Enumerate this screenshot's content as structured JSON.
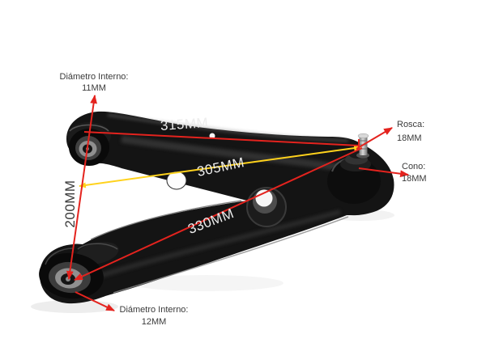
{
  "background": "#ffffff",
  "colors": {
    "dimension_red": "#e4231e",
    "dimension_yellow": "#ffd21c",
    "label_dark": "#3a3a3a",
    "label_light": "#ededed",
    "part_black": "#141414"
  },
  "labels": {
    "diametro_interno_top": {
      "line1": "Diámetro Interno:",
      "line2": "11MM"
    },
    "diametro_interno_bottom": {
      "line1": "Diámetro Interno:",
      "line2": "12MM"
    },
    "rosca": {
      "line1": "Rosca:",
      "line2": "18MM"
    },
    "cono": {
      "line1": "Cono:",
      "line2": "18MM"
    },
    "dim_315": "315MM",
    "dim_305": "305MM",
    "dim_330": "330MM",
    "dim_200": "200MM"
  }
}
